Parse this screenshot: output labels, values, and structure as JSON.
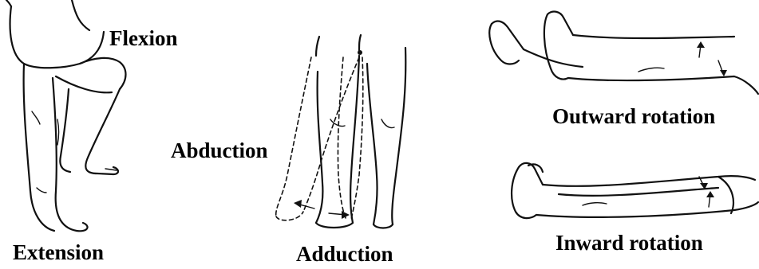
{
  "labels": {
    "flexion": "Flexion",
    "extension": "Extension",
    "abduction": "Abduction",
    "adduction": "Adduction",
    "outward_rotation": "Outward rotation",
    "inward_rotation": "Inward rotation"
  },
  "panels": [
    {
      "name": "flexion-extension",
      "depicts": "leg-side-view"
    },
    {
      "name": "abduction-adduction",
      "depicts": "legs-front-view"
    },
    {
      "name": "rotation",
      "depicts": "legs-lying-view"
    }
  ]
}
